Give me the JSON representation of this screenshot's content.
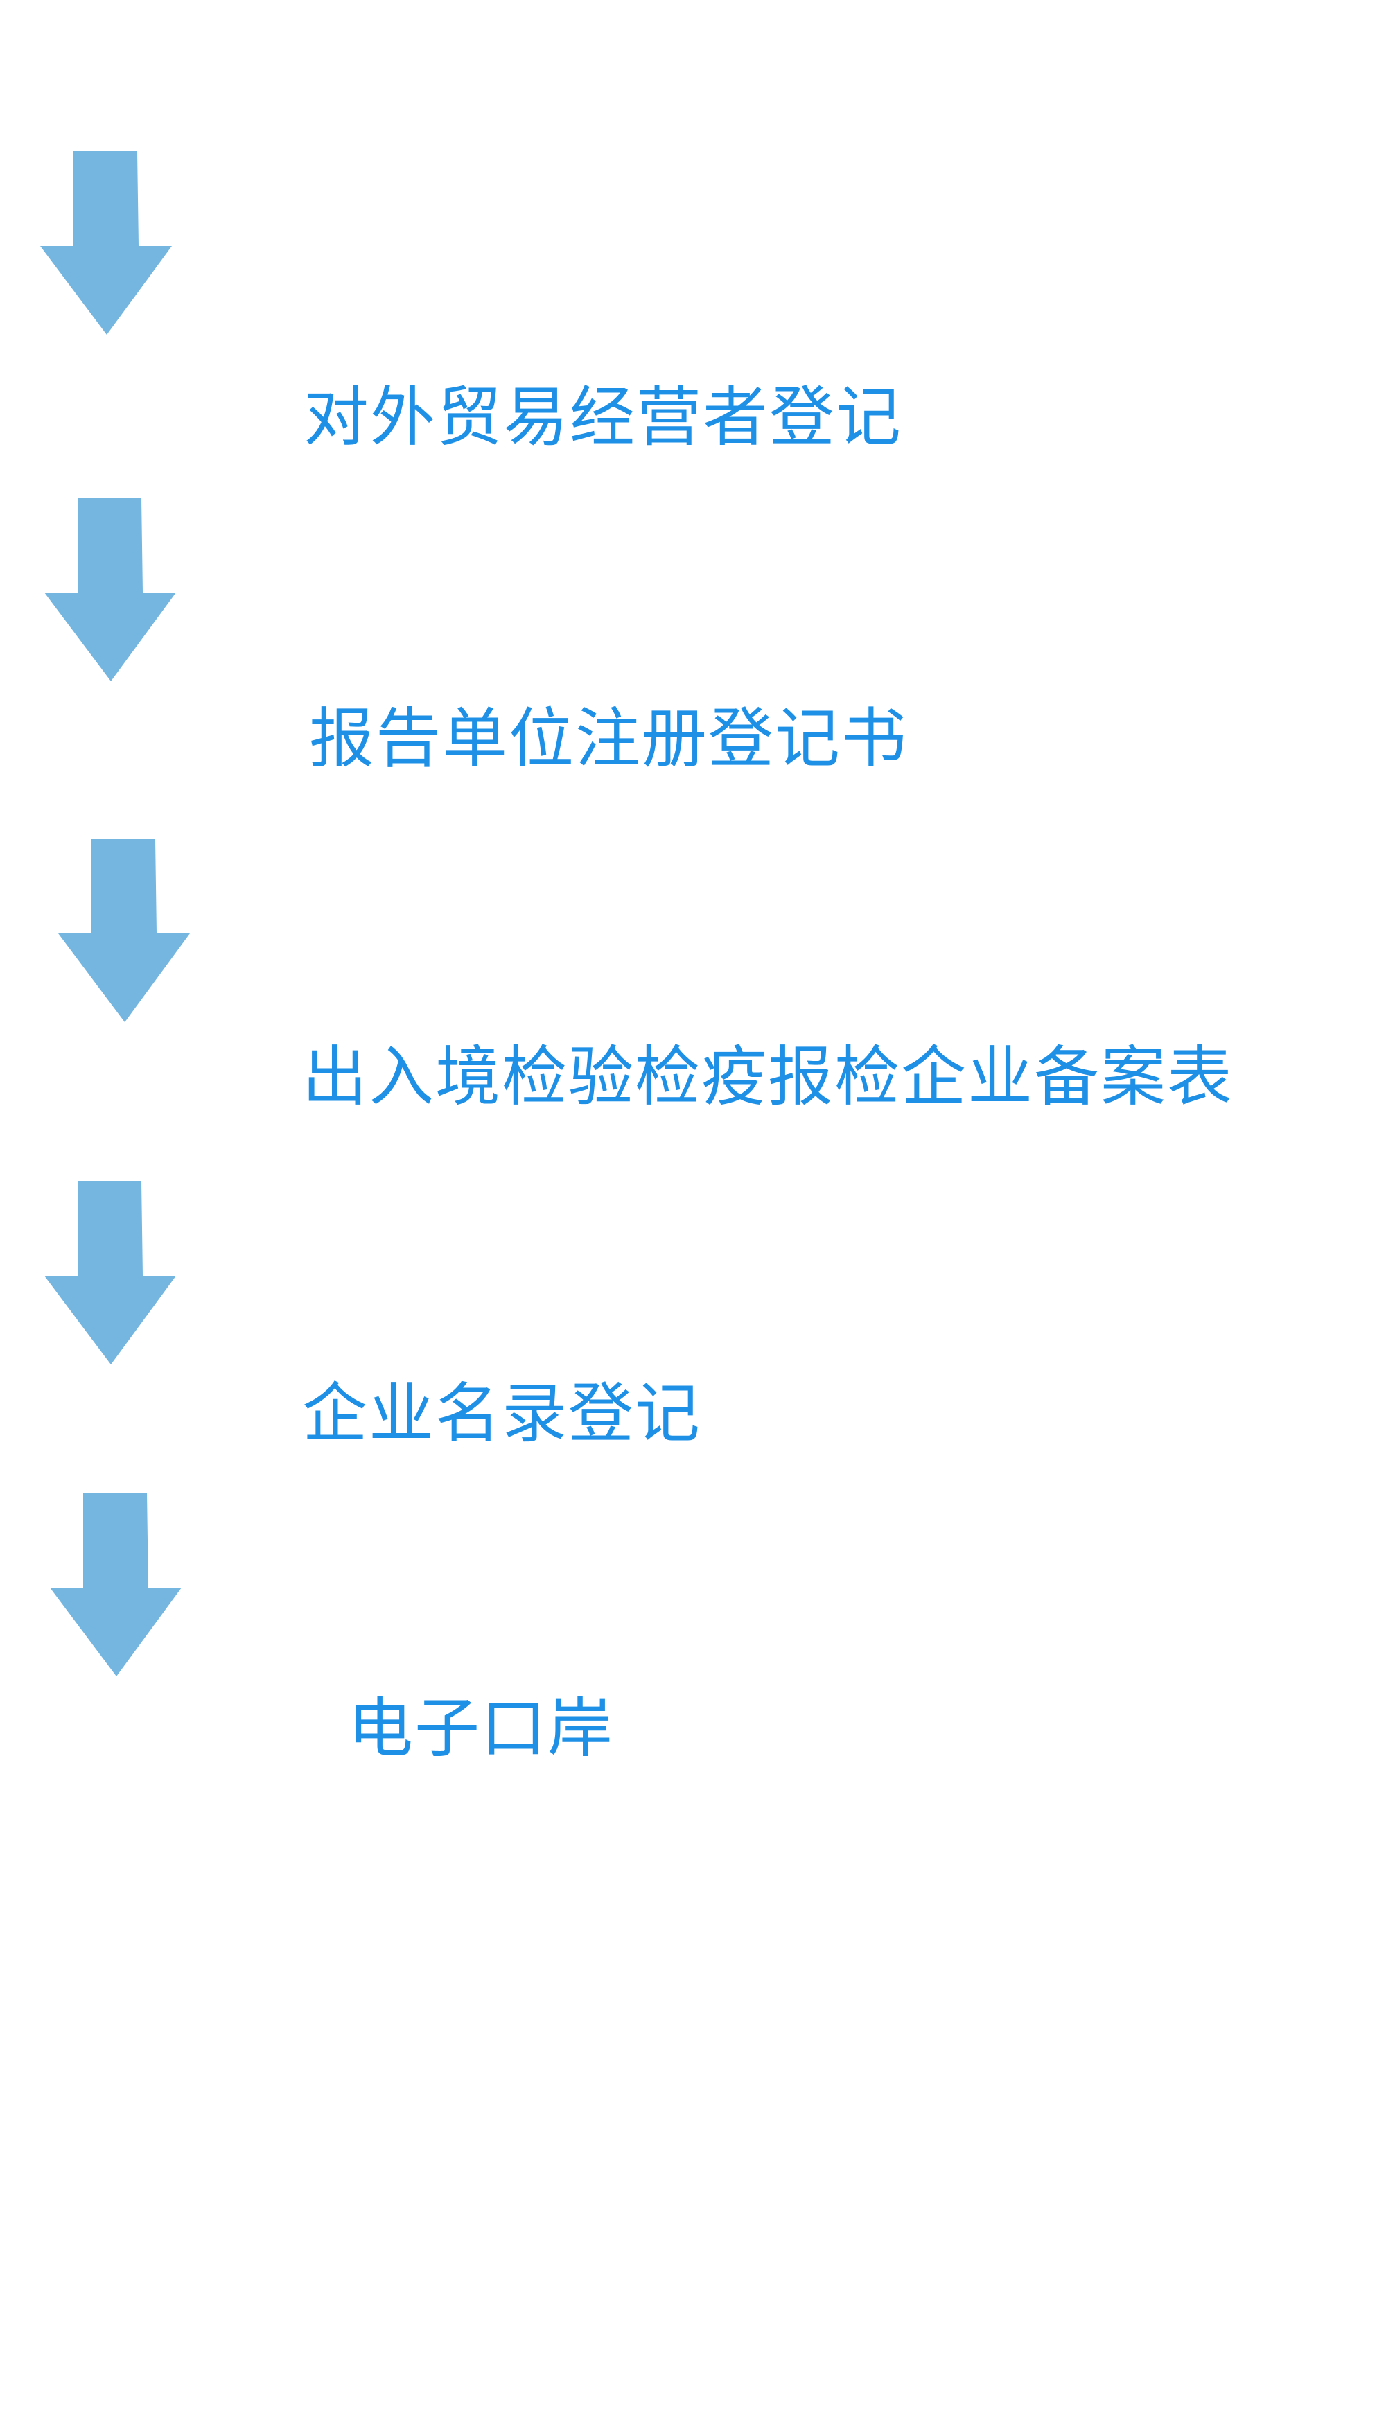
{
  "colors": {
    "arrow": "#74b6e0",
    "text": "#1e90e6"
  },
  "flow": {
    "steps": [
      {
        "label": "对外贸易经营者登记"
      },
      {
        "label": "报告单位注册登记书"
      },
      {
        "label": "出入境检验检疫报检企业备案表"
      },
      {
        "label": "企业名录登记"
      },
      {
        "label": "电子口岸"
      }
    ]
  }
}
